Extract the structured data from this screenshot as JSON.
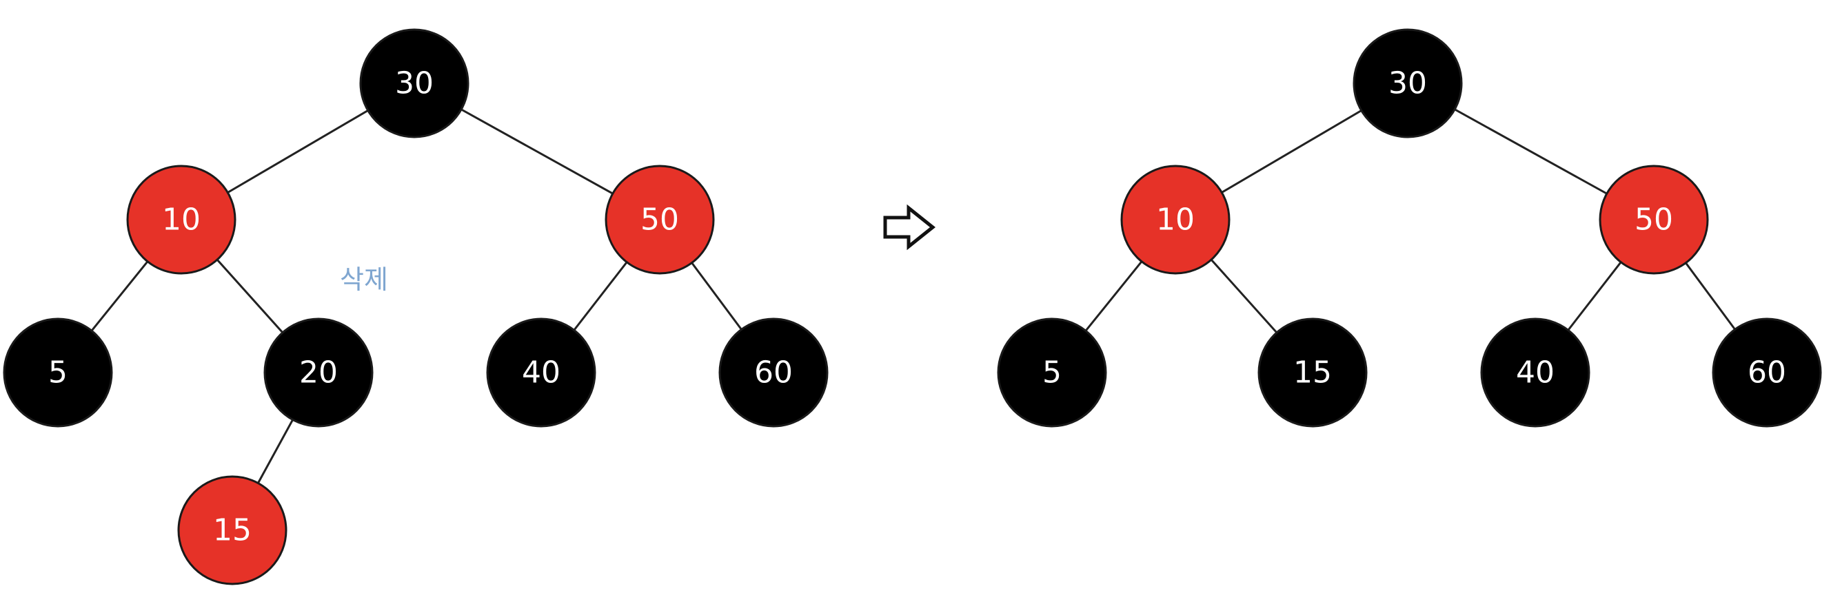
{
  "colors": {
    "red": "#e63228",
    "black": "#000000",
    "annotation": "#7fa6d0"
  },
  "before_tree": {
    "nodes": [
      {
        "id": "n30",
        "label": "30",
        "color": "black"
      },
      {
        "id": "n10",
        "label": "10",
        "color": "red"
      },
      {
        "id": "n50",
        "label": "50",
        "color": "red"
      },
      {
        "id": "n5",
        "label": "5",
        "color": "black"
      },
      {
        "id": "n20",
        "label": "20",
        "color": "black"
      },
      {
        "id": "n40",
        "label": "40",
        "color": "black"
      },
      {
        "id": "n60",
        "label": "60",
        "color": "black"
      },
      {
        "id": "n15",
        "label": "15",
        "color": "red"
      }
    ],
    "edges": [
      [
        "n30",
        "n10"
      ],
      [
        "n30",
        "n50"
      ],
      [
        "n10",
        "n5"
      ],
      [
        "n10",
        "n20"
      ],
      [
        "n50",
        "n40"
      ],
      [
        "n50",
        "n60"
      ],
      [
        "n20",
        "n15"
      ]
    ],
    "annotation": "삭제"
  },
  "transition_icon": "right-arrow-icon",
  "after_tree": {
    "nodes": [
      {
        "id": "m30",
        "label": "30",
        "color": "black"
      },
      {
        "id": "m10",
        "label": "10",
        "color": "red"
      },
      {
        "id": "m50",
        "label": "50",
        "color": "red"
      },
      {
        "id": "m5",
        "label": "5",
        "color": "black"
      },
      {
        "id": "m15",
        "label": "15",
        "color": "black"
      },
      {
        "id": "m40",
        "label": "40",
        "color": "black"
      },
      {
        "id": "m60",
        "label": "60",
        "color": "black"
      }
    ],
    "edges": [
      [
        "m30",
        "m10"
      ],
      [
        "m30",
        "m50"
      ],
      [
        "m10",
        "m5"
      ],
      [
        "m10",
        "m15"
      ],
      [
        "m50",
        "m40"
      ],
      [
        "m50",
        "m60"
      ]
    ]
  }
}
